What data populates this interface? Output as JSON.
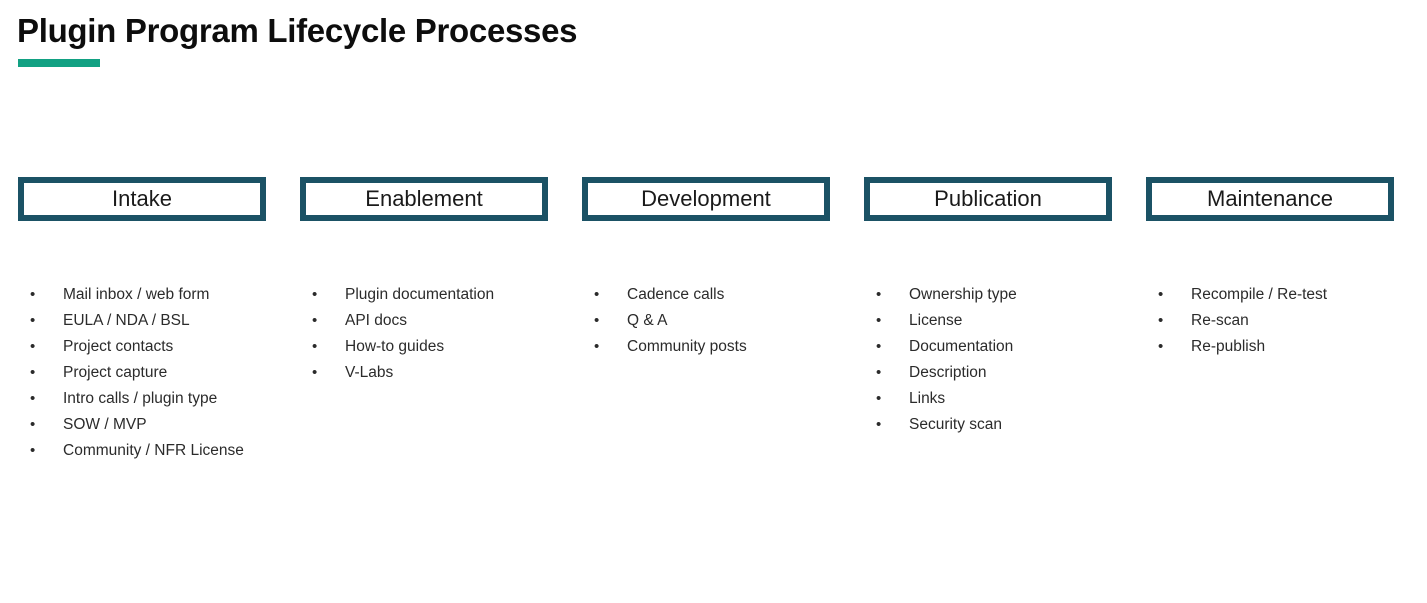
{
  "slide": {
    "title": "Plugin Program Lifecycle Processes",
    "accent_color": "#12a183",
    "box_border_color": "#1b5265",
    "text_color": "#2b2b2b",
    "background_color": "#ffffff",
    "bullet_glyph": "•"
  },
  "stages": [
    {
      "name": "Intake",
      "items": [
        "Mail inbox / web form",
        "EULA / NDA / BSL",
        "Project contacts",
        "Project capture",
        "Intro calls / plugin type",
        "SOW / MVP",
        "Community / NFR License"
      ]
    },
    {
      "name": "Enablement",
      "items": [
        "Plugin documentation",
        "API docs",
        "How-to guides",
        "V-Labs"
      ]
    },
    {
      "name": "Development",
      "items": [
        "Cadence calls",
        "Q & A",
        "Community posts"
      ]
    },
    {
      "name": "Publication",
      "items": [
        "Ownership type",
        "License",
        "Documentation",
        "Description",
        "Links",
        "Security scan"
      ]
    },
    {
      "name": "Maintenance",
      "items": [
        "Recompile / Re-test",
        "Re-scan",
        "Re-publish"
      ]
    }
  ]
}
